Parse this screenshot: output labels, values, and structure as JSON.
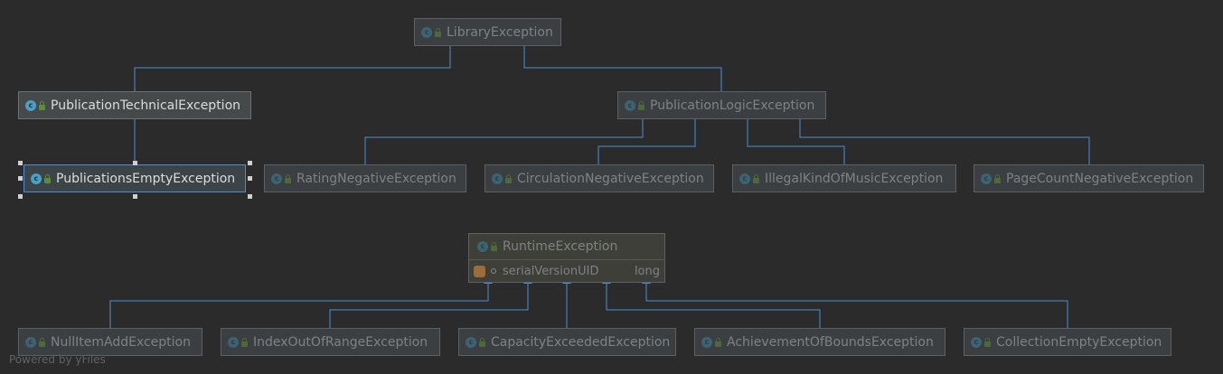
{
  "nodes": {
    "library_exception": "LibraryException",
    "publication_technical_exception": "PublicationTechnicalException",
    "publication_logic_exception": "PublicationLogicException",
    "publications_empty_exception": "PublicationsEmptyException",
    "rating_negative_exception": "RatingNegativeException",
    "circulation_negative_exception": "CirculationNegativeException",
    "illegal_kind_of_music_exception": "IllegalKindOfMusicException",
    "page_count_negative_exception": "PageCountNegativeException",
    "null_item_add_exception": "NullItemAddException",
    "index_out_of_range_exception": "IndexOutOfRangeException",
    "capacity_exceeded_exception": "CapacityExceededException",
    "achievement_of_bounds_exception": "AchievementOfBoundsException",
    "collection_empty_exception": "CollectionEmptyException"
  },
  "runtime_exception": {
    "title": "RuntimeException",
    "field_name": "serialVersionUID",
    "field_type": "long"
  },
  "class_icon_glyph": "c",
  "footer": "Powered by yFiles",
  "colors": {
    "edge": "#4b8fd6",
    "background": "#2b2b2b"
  }
}
